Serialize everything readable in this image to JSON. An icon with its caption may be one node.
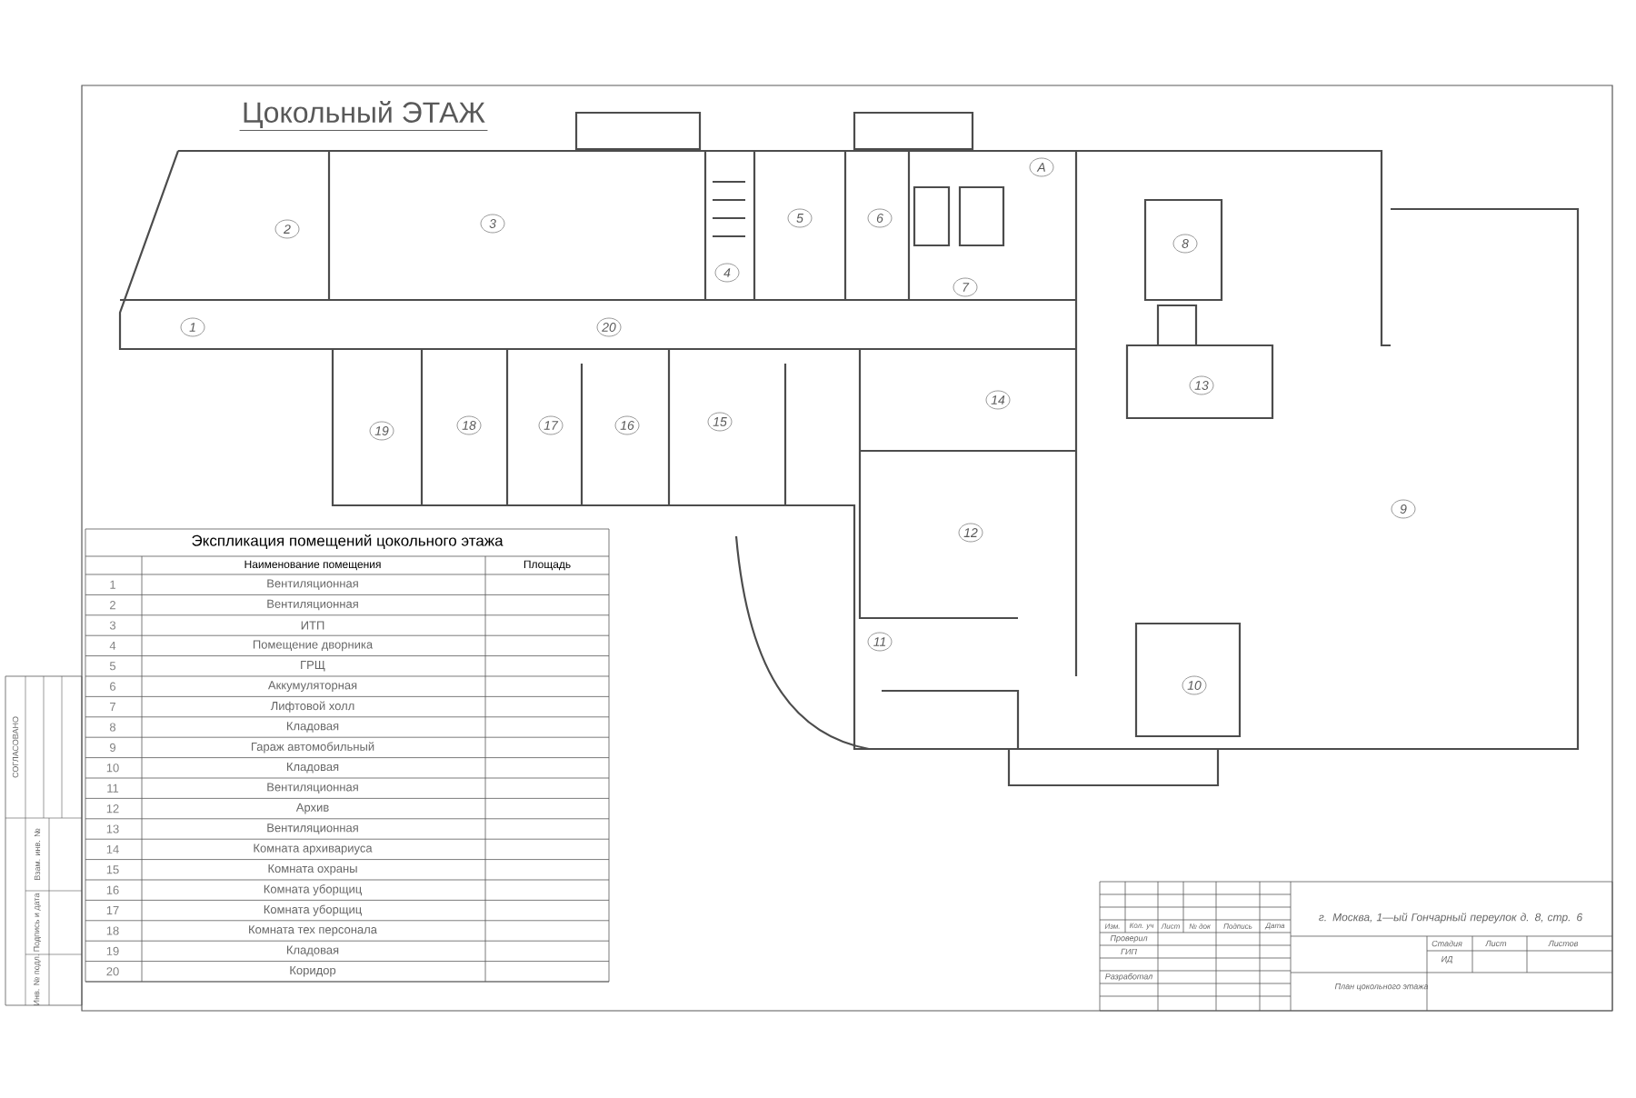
{
  "diagram": {
    "title": "Цокольный ЭТАЖ",
    "labels": [
      "2",
      "3",
      "5",
      "6",
      "А",
      "8",
      "4",
      "7",
      "1",
      "20",
      "14",
      "13",
      "19",
      "18",
      "17",
      "16",
      "15",
      "9",
      "12",
      "11",
      "10",
      "Экспликация помещений цокольного этажа",
      "Наименование помещения",
      "Площадь",
      "1",
      "Вентиляционная",
      "2",
      "Вентиляционная",
      "3",
      "ИТП",
      "4",
      "Помещение дворника",
      "5",
      "ГРЩ",
      "6",
      "Аккумуляторная",
      "7",
      "Лифтовой холл",
      "8",
      "Кладовая",
      "9",
      "Гараж автомобильный",
      "10",
      "Кладовая",
      "11",
      "Вентиляционная",
      "12",
      "Архив",
      "13",
      "Вентиляционная",
      "14",
      "Комната архивариуса",
      "15",
      "Комната охраны",
      "16",
      "Комната уборщиц",
      "17",
      "Комната уборщиц",
      "18",
      "Комната тех персонала",
      "19",
      "Кладовая",
      "20",
      "Коридор",
      "г. Москва, 1—ый Гончарный переулок д. 8, стр. 6",
      "Изм.",
      "Кол. уч",
      "Лист",
      "№ док",
      "Подпись",
      "Дата",
      "Проверил",
      "ГИП",
      "Разработал",
      "Стадия",
      "Лист",
      "Листов",
      "ИД",
      "План цокольного этажа",
      "СОГЛАСОВАНО",
      "Взам. инв. №",
      "Подпись и дата",
      "Инв. № подл."
    ]
  }
}
